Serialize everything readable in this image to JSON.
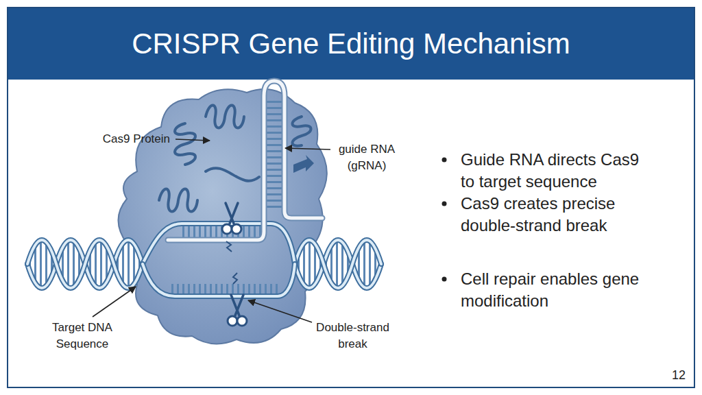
{
  "diagram": {
    "title": "CRISPR Gene Editing Mechanism",
    "labels": [
      "Cas9 Protein",
      "guide RNA (gRNA)",
      "Target DNA Sequence",
      "Double-strand break",
      "Guide RNA directs Cas9 to target sequence",
      "Cas9 creates precise double-strand break",
      "Cell repair enables gene modification",
      "12"
    ]
  }
}
